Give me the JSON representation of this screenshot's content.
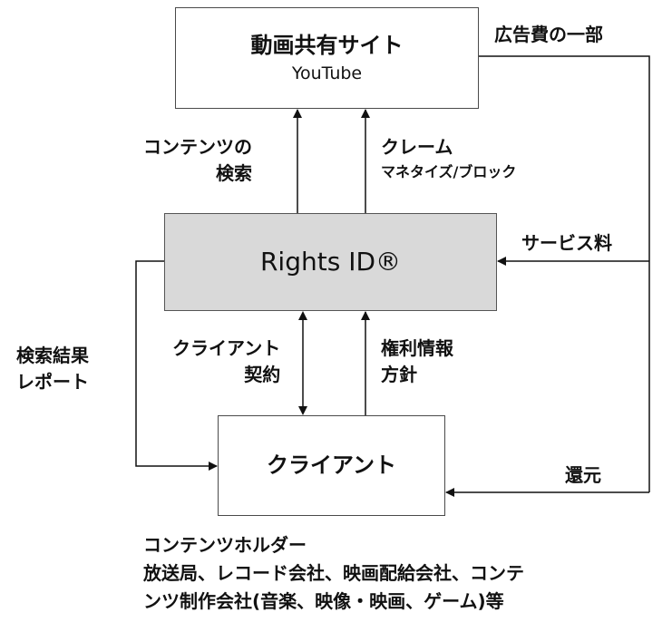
{
  "boxes": {
    "youtube": {
      "title": "動画共有サイト",
      "subtitle": "YouTube"
    },
    "rights_id": {
      "title": "Rights ID®"
    },
    "client": {
      "title": "クライアント"
    }
  },
  "labels": {
    "content_search": [
      "コンテンツの",
      "検索"
    ],
    "claim": {
      "title": "クレーム",
      "detail": "マネタイズ/ブロック"
    },
    "ad_share": "広告費の一部",
    "service_fee": "サービス料",
    "search_report": [
      "検索結果",
      "レポート"
    ],
    "client_contract": [
      "クライアント",
      "契約"
    ],
    "rights_policy": [
      "権利情報",
      "方針"
    ],
    "return": "還元"
  },
  "content_holders": [
    "コンテンツホルダー",
    "放送局、レコード会社、映画配給会社、コンテ",
    "ンツ制作会社(音楽、映像・映画、ゲーム)等"
  ]
}
